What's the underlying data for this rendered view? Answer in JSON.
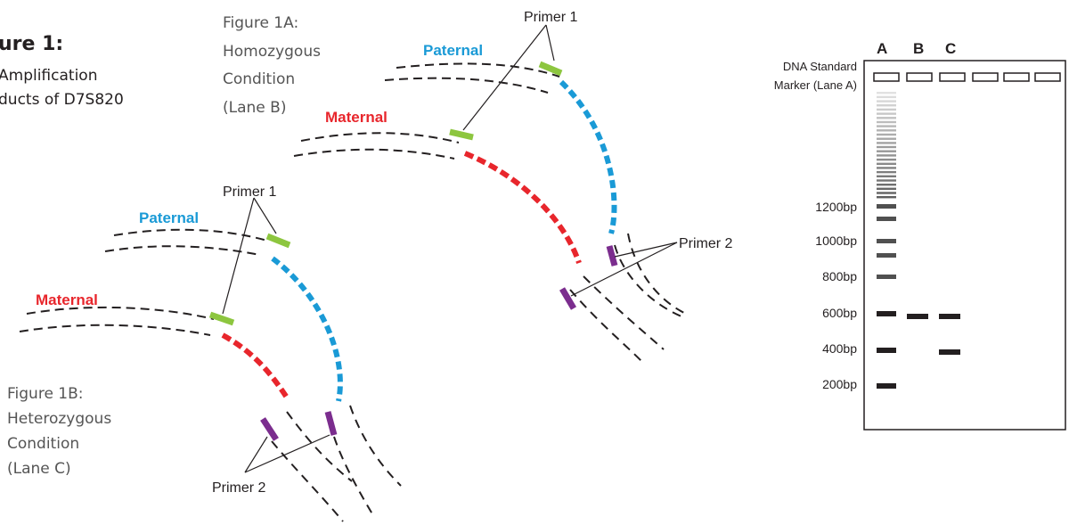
{
  "figure": {
    "title": "ure 1:",
    "subtitle_lines": [
      "Amplification",
      "ducts of D7S820"
    ]
  },
  "figure_1a": {
    "caption_lines": [
      "Figure 1A:",
      "Homozygous",
      "Condition",
      "(Lane B)"
    ],
    "paternal_label": "Paternal",
    "maternal_label": "Maternal",
    "primer1_label": "Primer 1",
    "primer2_label": "Primer 2"
  },
  "figure_1b": {
    "caption_lines": [
      "Figure 1B:",
      "Heterozygous",
      "Condition",
      "(Lane C)"
    ],
    "paternal_label": "Paternal",
    "maternal_label": "Maternal",
    "primer1_label": "Primer 1",
    "primer2_label": "Primer 2"
  },
  "gel": {
    "lane_headers": [
      "A",
      "B",
      "C"
    ],
    "marker_label_lines": [
      "DNA Standard",
      "Marker (Lane A)"
    ],
    "bp_labels": [
      "1200bp",
      "1000bp",
      "800bp",
      "600bp",
      "400bp",
      "200bp"
    ],
    "lane_b_bands_bp": [
      600
    ],
    "lane_c_bands_bp": [
      600,
      400
    ]
  },
  "colors": {
    "paternal": "#1a9ad6",
    "maternal": "#e8262c",
    "primer1": "#8dc63f",
    "primer2": "#7b2d8e",
    "band": "#231f20",
    "ladder_fine": "#7a7a7a"
  }
}
